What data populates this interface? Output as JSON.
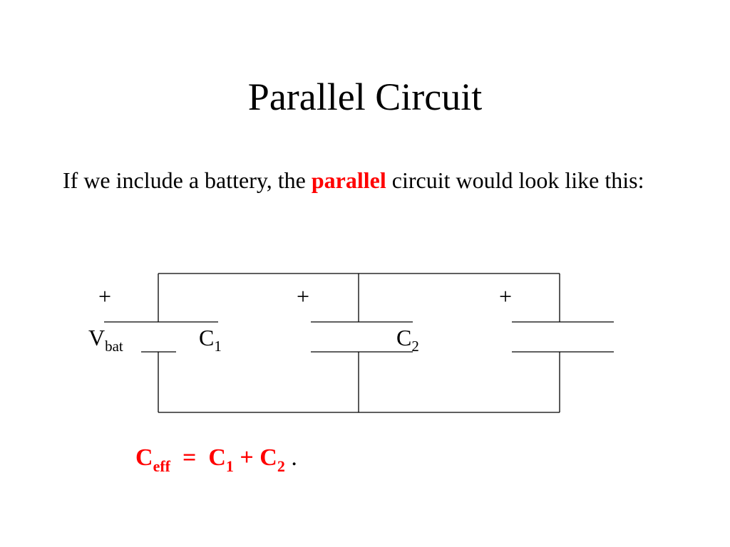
{
  "slide": {
    "title": "Parallel Circuit",
    "intro_before": "If we include a battery, the ",
    "intro_highlight": "parallel",
    "intro_after": " circuit would look like this:"
  },
  "circuit": {
    "plus_battery": "+",
    "plus_c1": "+",
    "plus_c2": "+",
    "vbat_main": "V",
    "vbat_sub": "bat",
    "c1_main": "C",
    "c1_sub": "1",
    "c2_main": "C",
    "c2_sub": "2"
  },
  "formula": {
    "ceff_main": "C",
    "ceff_sub": "eff",
    "equals": "=",
    "c1_main": "C",
    "c1_sub": "1",
    "plus": "+",
    "c2_main": "C",
    "c2_sub": "2",
    "period": "."
  },
  "colors": {
    "accent": "#ff0000",
    "text": "#000000",
    "background": "#ffffff"
  }
}
